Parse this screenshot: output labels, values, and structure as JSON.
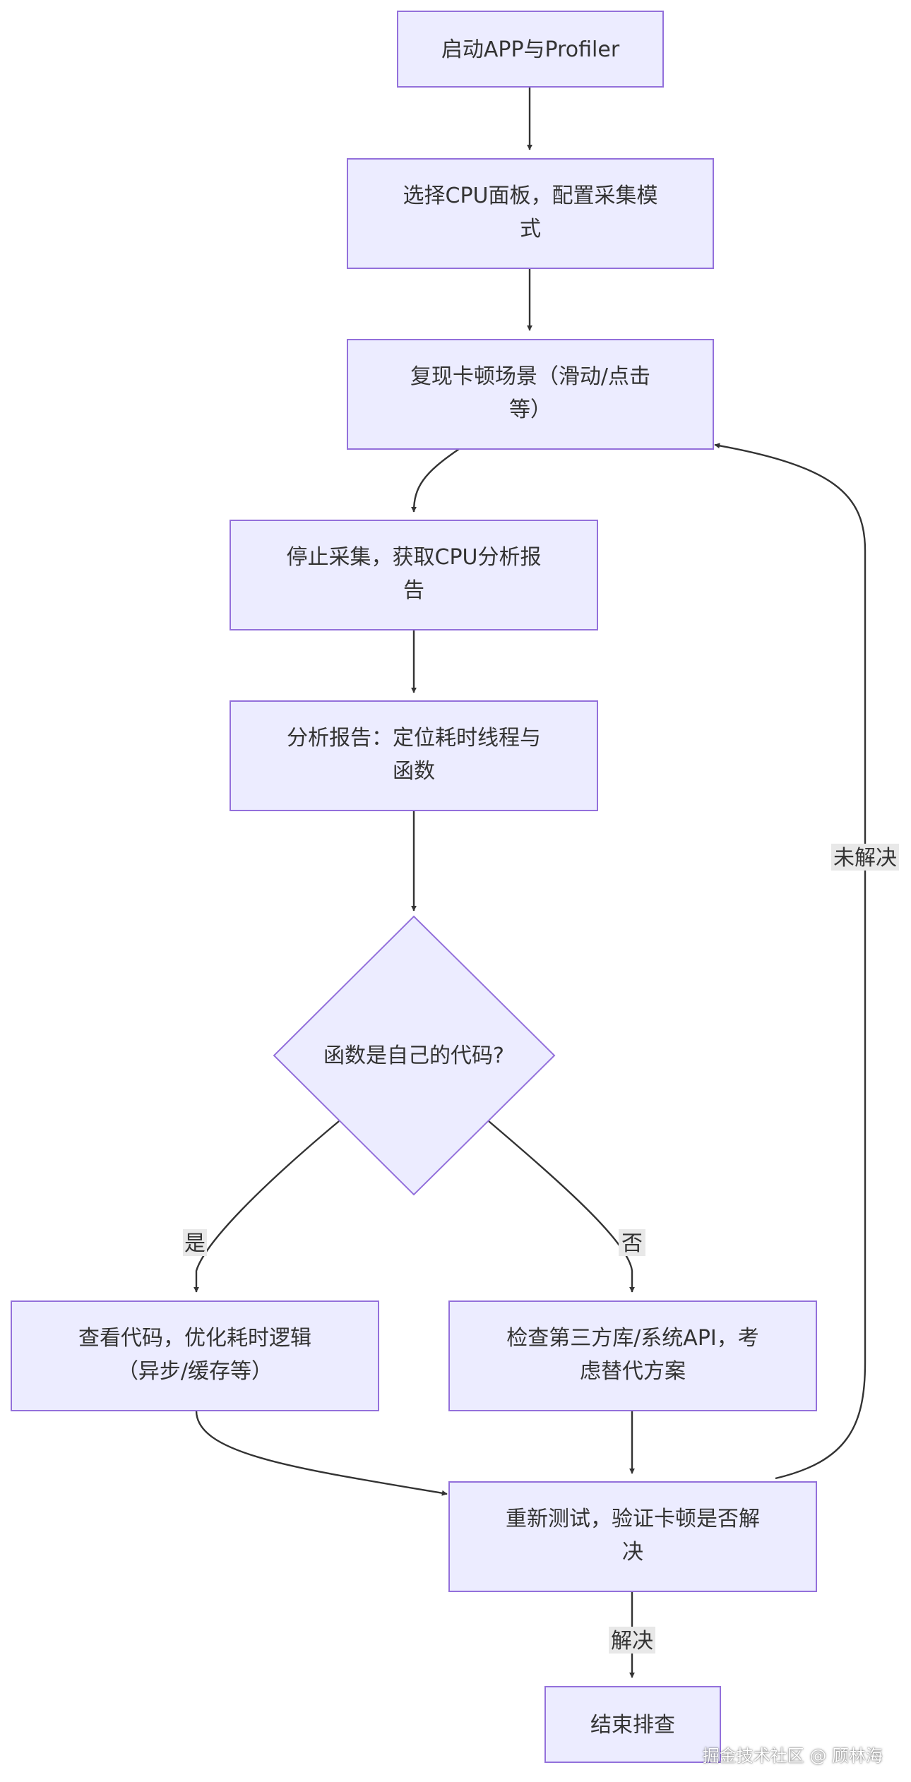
{
  "nodes": {
    "start": {
      "lines": [
        "启动APP与Profiler"
      ]
    },
    "select_cpu": {
      "lines": [
        "选择CPU面板，配置采集模",
        "式"
      ]
    },
    "reproduce": {
      "lines": [
        "复现卡顿场景（滑动/点击",
        "等）"
      ]
    },
    "stop_capture": {
      "lines": [
        "停止采集，获取CPU分析报",
        "告"
      ]
    },
    "analyze": {
      "lines": [
        "分析报告：定位耗时线程与",
        "函数"
      ]
    },
    "decision": {
      "lines": [
        "函数是自己的代码?"
      ]
    },
    "own_code": {
      "lines": [
        "查看代码，优化耗时逻辑",
        "（异步/缓存等）"
      ]
    },
    "third_party": {
      "lines": [
        "检查第三方库/系统API，考",
        "虑替代方案"
      ]
    },
    "retest": {
      "lines": [
        "重新测试，验证卡顿是否解",
        "决"
      ]
    },
    "end": {
      "lines": [
        "结束排查"
      ]
    }
  },
  "edge_labels": {
    "yes": "是",
    "no": "否",
    "unresolved": "未解决",
    "resolved": "解决"
  },
  "colors": {
    "node_fill": "#ECECFF",
    "node_stroke": "#9370DB",
    "edge": "#333333",
    "label_bg": "#e8e8e8"
  },
  "watermark": "掘金技术社区 @ 顾林海"
}
